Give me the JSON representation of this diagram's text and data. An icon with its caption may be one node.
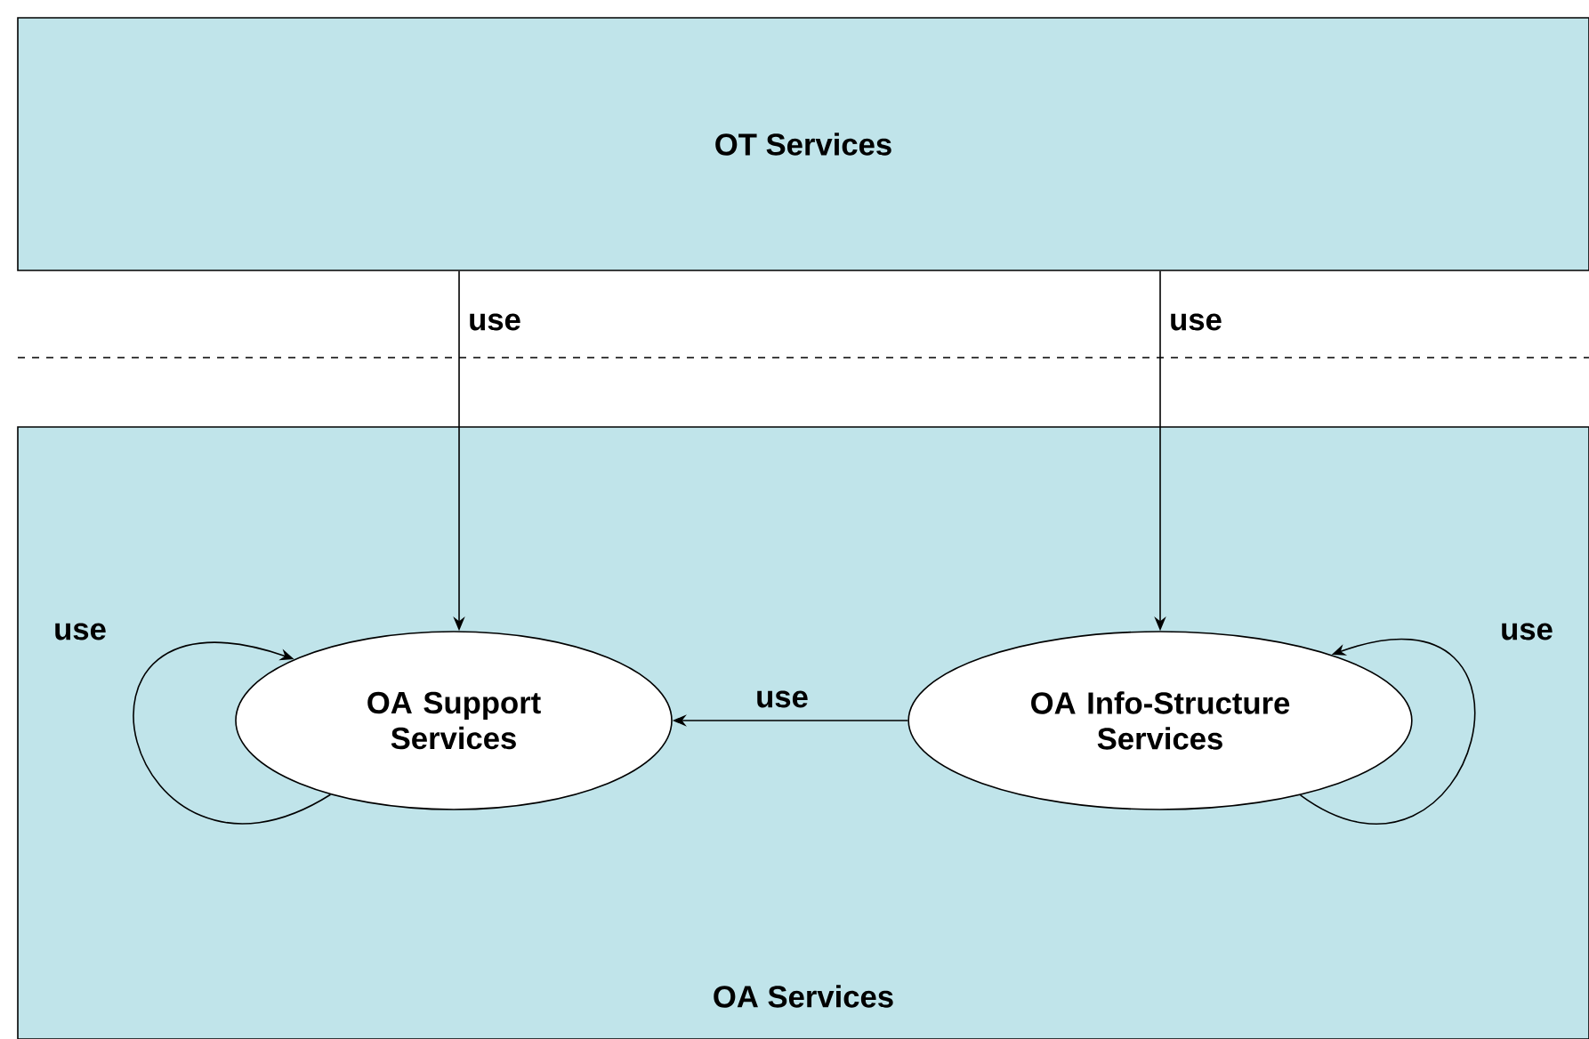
{
  "diagram": {
    "nodes": [
      {
        "text": [
          "OT Services"
        ]
      },
      {
        "text": [
          "OA Services"
        ]
      },
      {
        "text": [
          "OA Support Services"
        ],
        "in": 1
      },
      {
        "text": [
          "OA Info-Structure Services"
        ],
        "in": 1
      }
    ],
    "edges": [
      {
        "from": 0,
        "to": 2,
        "arrow": "to",
        "label": "use"
      },
      {
        "from": 0,
        "to": 3,
        "arrow": "to",
        "label": "use"
      },
      {
        "from": 2,
        "to": 2,
        "arrow": "to",
        "label": "use"
      },
      {
        "from": 3,
        "to": 2,
        "arrow": "to",
        "label": "use"
      },
      {
        "from": 3,
        "to": 3,
        "arrow": "to",
        "label": "use"
      }
    ]
  }
}
